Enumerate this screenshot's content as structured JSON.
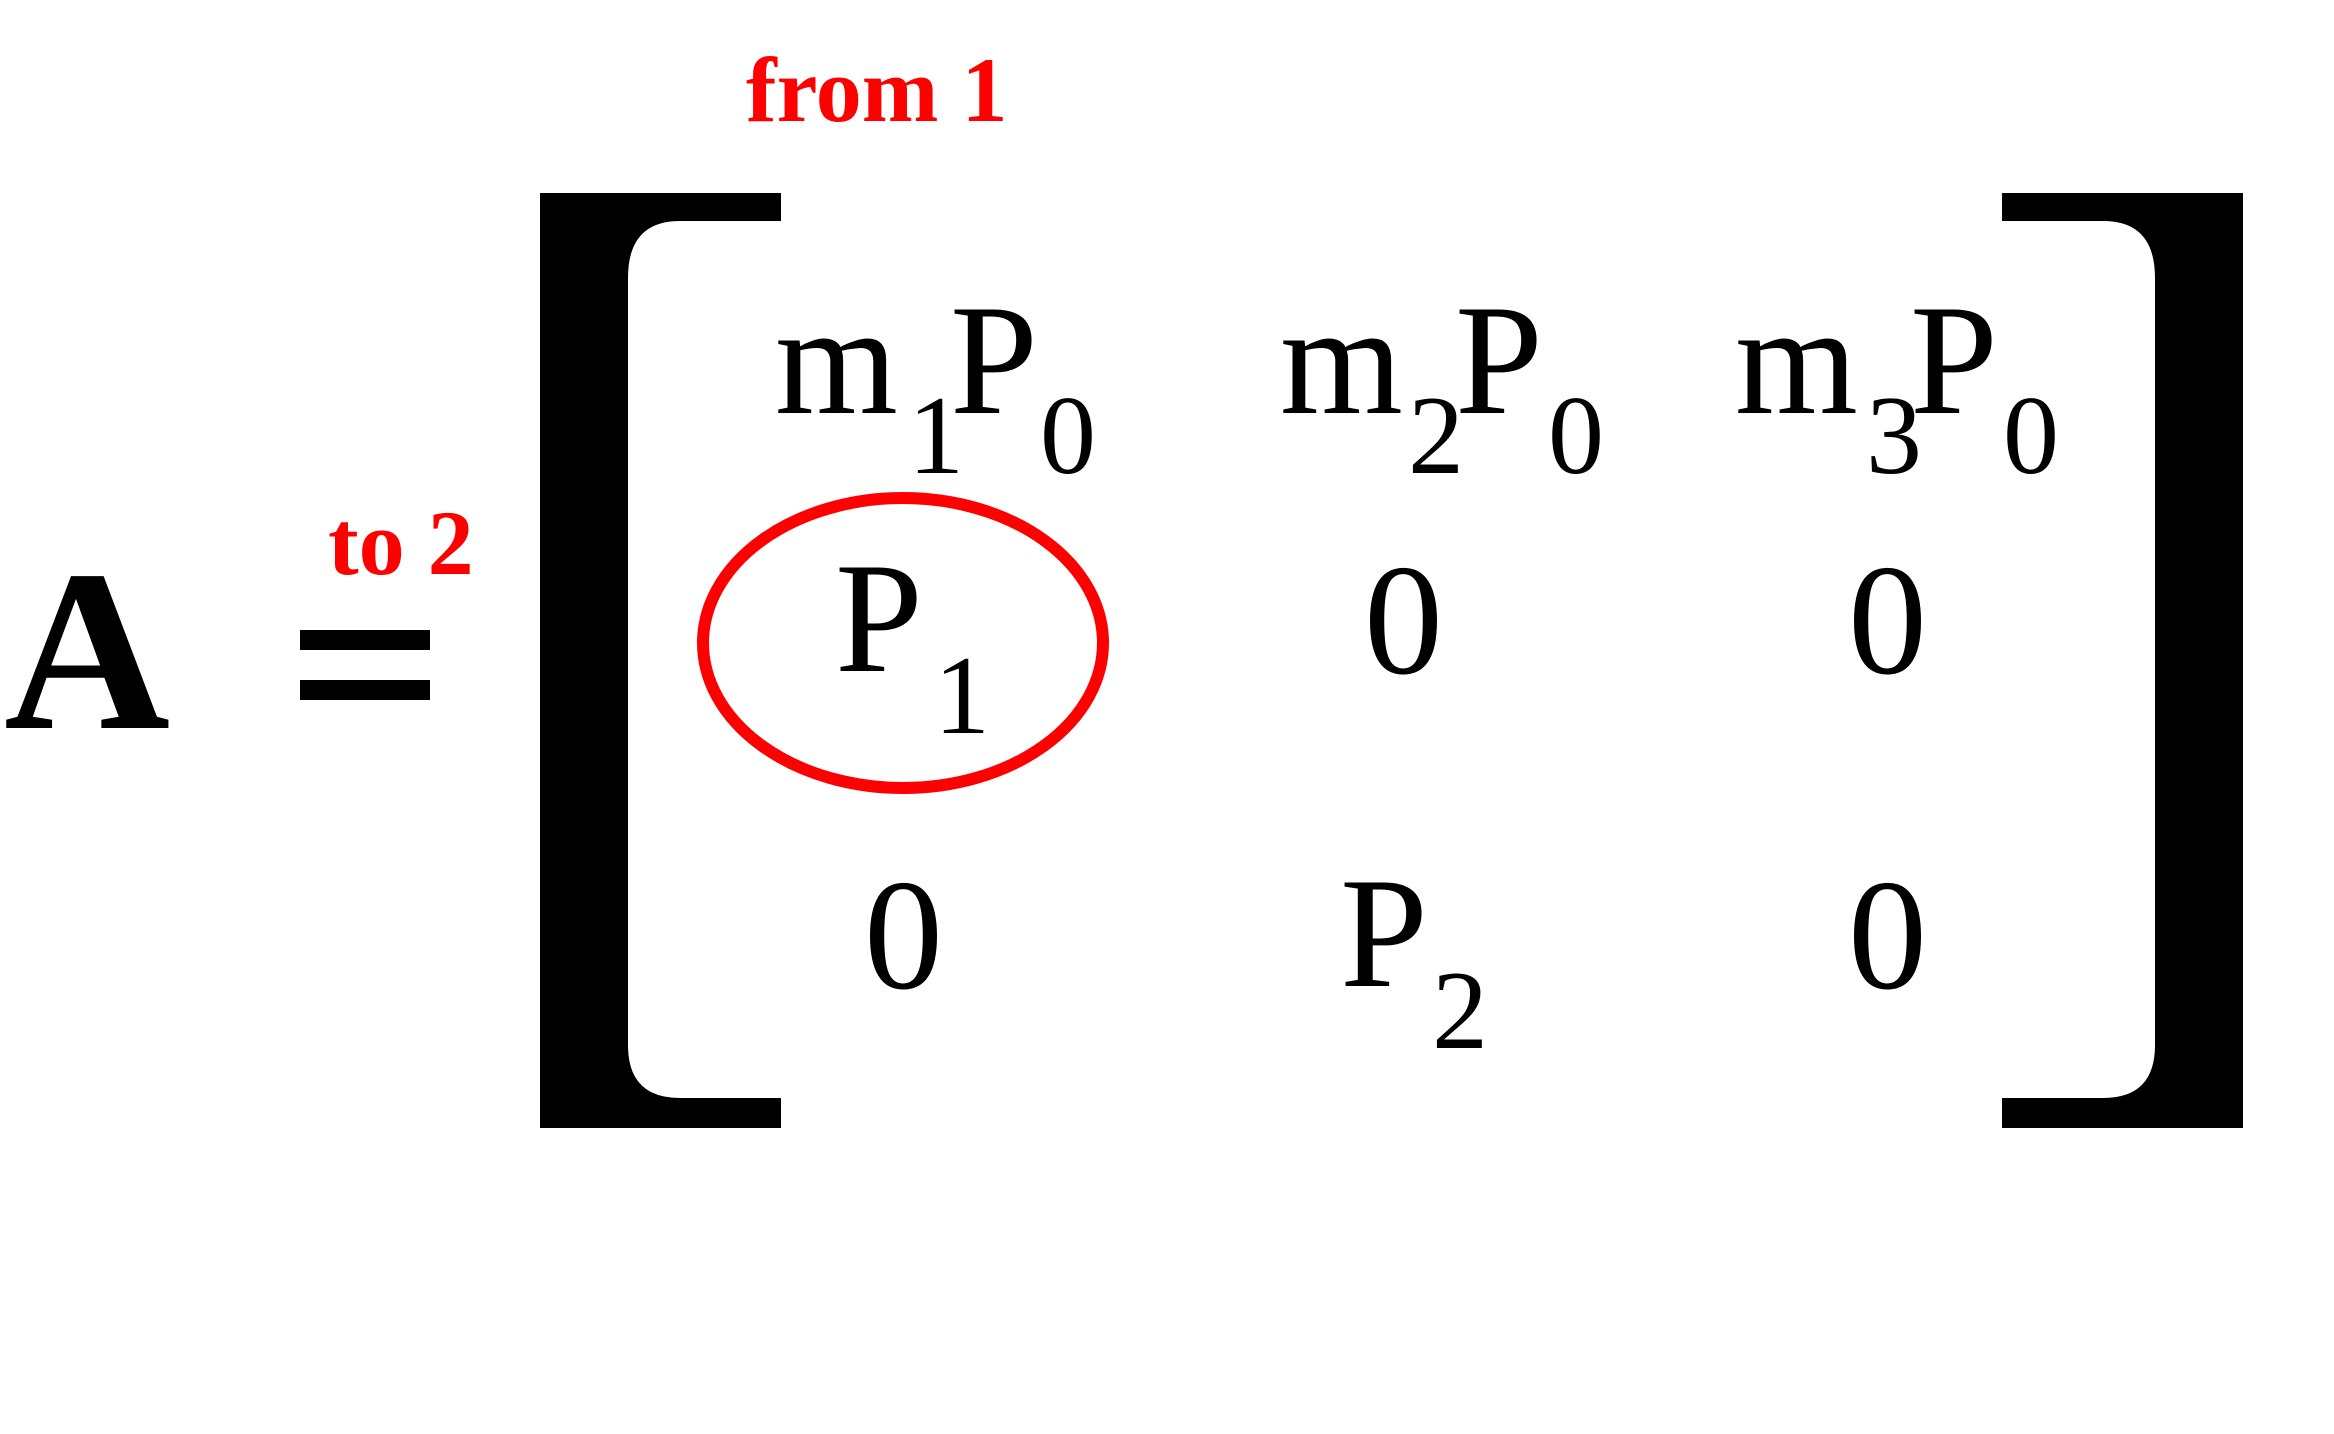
{
  "labels": {
    "column": "from 1",
    "row": "to 2",
    "accent": "#ff0000"
  },
  "lhs": {
    "symbol": "A",
    "operator": "="
  },
  "matrix": {
    "row1": [
      {
        "parts": [
          "m",
          "1",
          "P",
          "0"
        ]
      },
      {
        "parts": [
          "m",
          "2",
          "P",
          "0"
        ]
      },
      {
        "parts": [
          "m",
          "3",
          "P",
          "0"
        ]
      }
    ],
    "row2": [
      {
        "base": "P",
        "sub": "1",
        "highlighted": true
      },
      {
        "value": "0"
      },
      {
        "value": "0"
      }
    ],
    "row3": [
      {
        "value": "0"
      },
      {
        "base": "P",
        "sub": "2"
      },
      {
        "value": "0"
      }
    ]
  }
}
